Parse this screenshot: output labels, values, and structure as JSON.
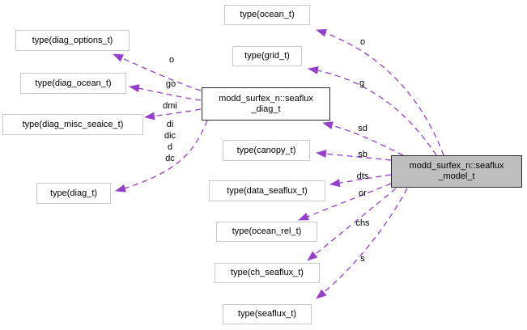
{
  "colors": {
    "edge": "#9540cc",
    "node_border": "#c9c9c9",
    "main_node_border": "#2a2a2a",
    "selected_node_fill": "#bebebe",
    "background": "#ffffff"
  },
  "nodes": {
    "ocean": "type(ocean_t)",
    "grid": "type(grid_t)",
    "diag_options": "type(diag_options_t)",
    "diag_ocean": "type(diag_ocean_t)",
    "diag_misc_seaice": "type(diag_misc_seaice_t)",
    "seaflux_diag": "modd_surfex_n::seaflux\n_diag_t",
    "canopy": "type(canopy_t)",
    "diag": "type(diag_t)",
    "data_seaflux": "type(data_seaflux_t)",
    "ocean_rel": "type(ocean_rel_t)",
    "ch_seaflux": "type(ch_seaflux_t)",
    "seaflux": "type(seaflux_t)",
    "seaflux_model": "modd_surfex_n::seaflux\n_model_t"
  },
  "edge_labels": {
    "o_right": "o",
    "g": "g",
    "sd": "sd",
    "sb": "sb",
    "dts": "dts",
    "or": "or",
    "chs": "chs",
    "s": "s",
    "o_left": "o",
    "go": "go",
    "dmi": "dmi",
    "di_group": "di\ndic\nd\ndc"
  }
}
